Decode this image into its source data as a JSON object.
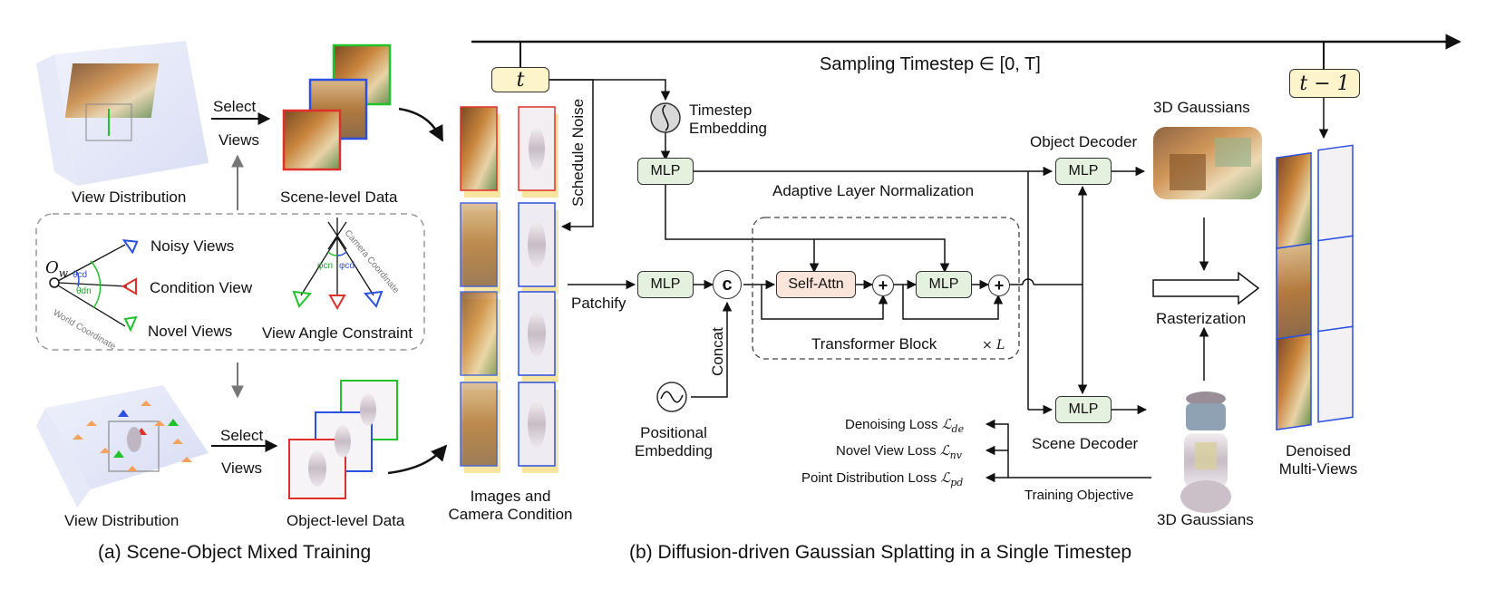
{
  "panel_a": {
    "caption": "(a) Scene-Object Mixed Training",
    "view_dist_top": "View Distribution",
    "view_dist_bottom": "View Distribution",
    "select_top": "Select",
    "views_top": "Views",
    "select_bottom": "Select",
    "views_bottom": "Views",
    "scene_data": "Scene-level Data",
    "object_data": "Object-level Data",
    "origin_label": "O",
    "origin_sub": "w",
    "noisy_views": "Noisy Views",
    "condition_view": "Condition View",
    "novel_views": "Novel Views",
    "theta_cd": "θcd",
    "theta_dn": "θdn",
    "phi_cn": "φcn",
    "phi_cd": "φcd",
    "world_coord": "World Coordinate",
    "camera_coord": "Camera Coordinate",
    "view_angle": "View Angle Constraint"
  },
  "panel_b": {
    "caption": "(b) Diffusion-driven Gaussian Splatting in a Single Timestep",
    "sampling_timestep": "Sampling Timestep ∈ [0,  T]",
    "t_label": "t",
    "t_minus_label": "t − 1",
    "schedule_noise": "Schedule Noise",
    "timestep_embedding": "Timestep\nEmbedding",
    "mlp": "MLP",
    "adaptive_ln": "Adaptive Layer Normalization",
    "patchify": "Patchify",
    "concat_symbol": "c",
    "concat": "Concat",
    "self_attn": "Self-Attn",
    "plus": "+",
    "transformer_block": "Transformer Block",
    "times_l": "× L",
    "positional_embedding": "Positional\nEmbedding",
    "images_camera": "Images and\nCamera Condition",
    "object_decoder": "Object Decoder",
    "scene_decoder": "Scene Decoder",
    "gaussians_top": "3D Gaussians",
    "gaussians_bottom": "3D Gaussians",
    "rasterization": "Rasterization",
    "denoised": "Denoised\nMulti-Views",
    "denoising_loss": "Denoising Loss",
    "novel_view_loss": "Novel View Loss",
    "point_dist_loss": "Point Distribution Loss",
    "l_de": "de",
    "l_nv": "nv",
    "l_pd": "pd",
    "script_l": "ℒ",
    "training_objective": "Training Objective"
  },
  "colors": {
    "mlp_fill": "#e3f1de",
    "t_fill": "#fdf4cc",
    "selfattn_fill": "#fbe4da",
    "blue": "#2b4fe0",
    "red": "#e0302b",
    "green": "#22c22b"
  }
}
